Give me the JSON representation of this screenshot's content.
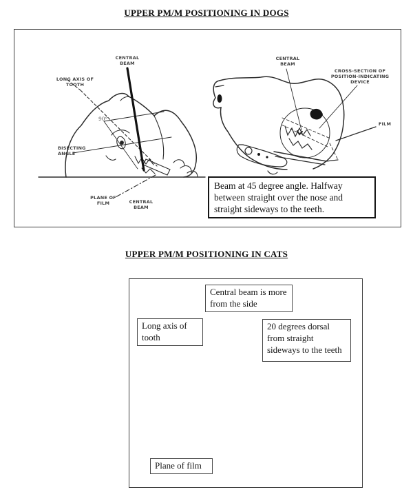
{
  "dogs": {
    "title": "UPPER PM/M POSITIONING IN DOGS",
    "labels": {
      "central_beam_top": "CENTRAL BEAM",
      "long_axis_of_tooth": "LONG AXIS OF TOOTH",
      "bisecting_angle": "BISECTING ANGLE",
      "angle_90": "90°",
      "plane_of_film": "PLANE OF FILM",
      "central_beam_bottom": "CENTRAL BEAM",
      "central_beam_right": "CENTRAL BEAM",
      "cross_section_device": "CROSS-SECTION OF POSITION-INDICATING DEVICE",
      "film": "FILM"
    },
    "caption": "Beam at 45 degree angle. Halfway between straight over the nose and straight sideways to the teeth."
  },
  "cats": {
    "title": "UPPER PM/M POSITIONING IN CATS",
    "callouts": {
      "central_beam": "Central beam is more from the side",
      "long_axis": "Long axis of tooth",
      "beam_angle": "20 degrees dorsal from straight sideways to the teeth",
      "plane_of_film": "Plane of film"
    }
  },
  "colors": {
    "ink": "#2b2b2b",
    "beam": "#111111",
    "label_text": "#3f3f3f"
  }
}
